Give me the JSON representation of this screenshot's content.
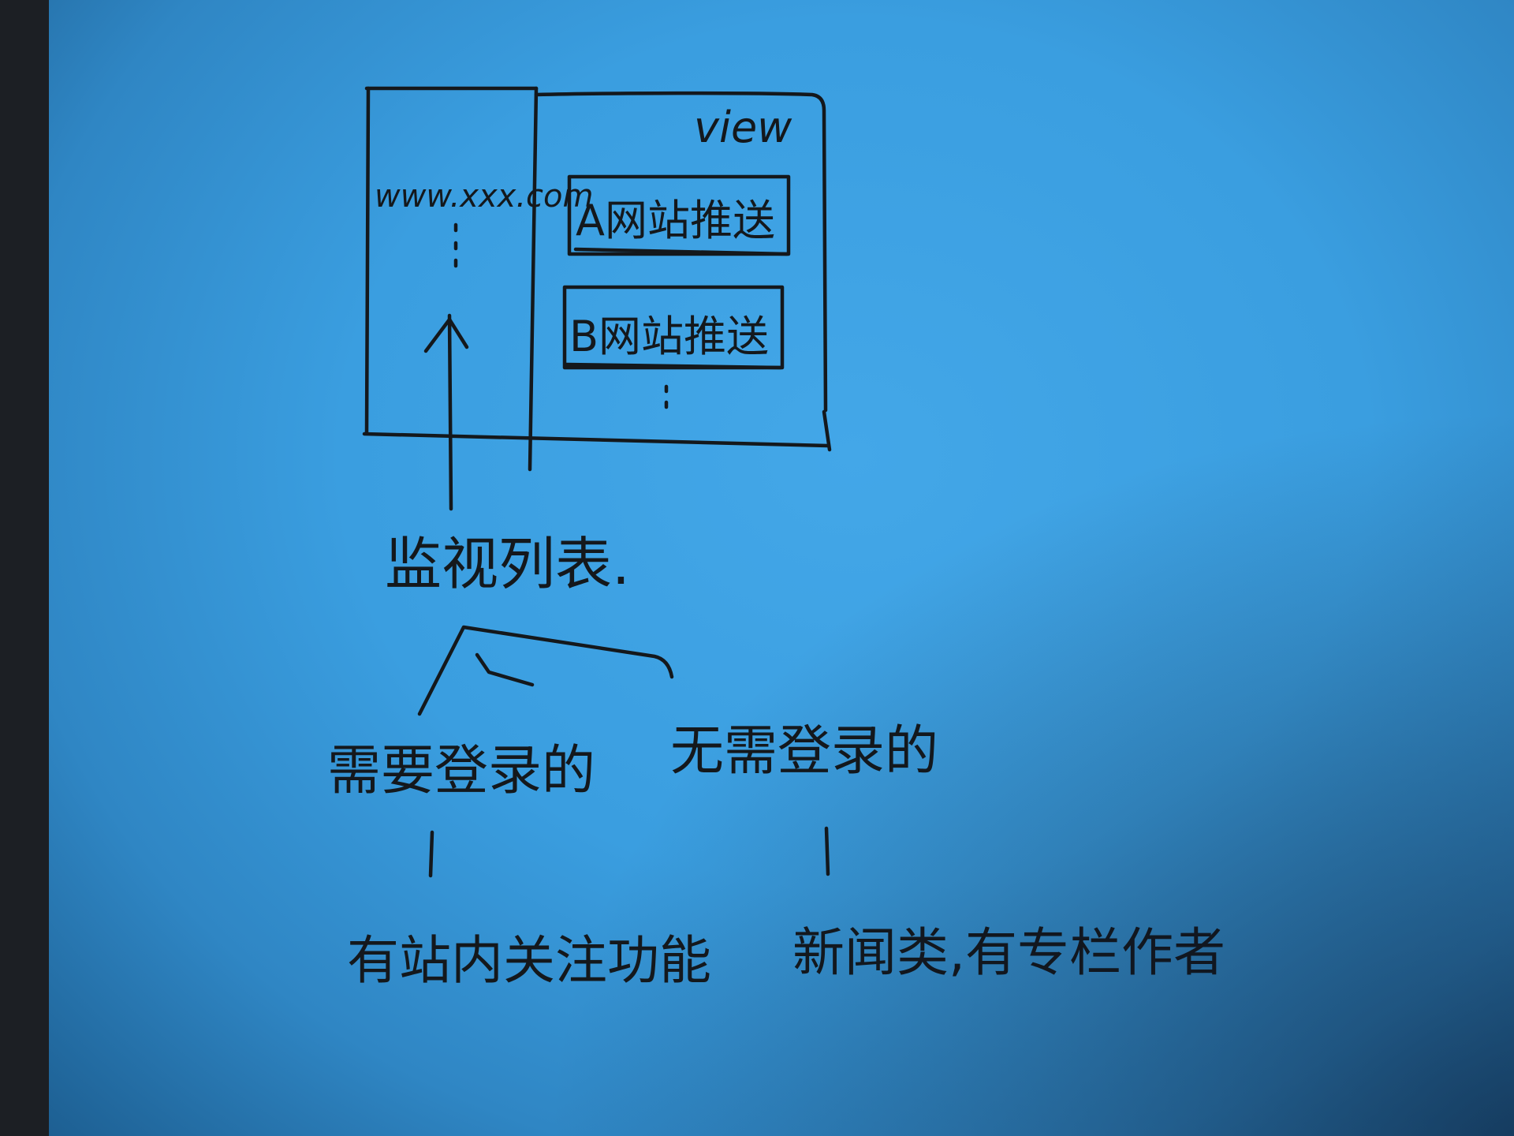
{
  "diagram": {
    "url_label": "www.xxx.com",
    "view_label": "view",
    "site_a_label": "A网站推送",
    "site_b_label": "B网站推送",
    "monitor_list": "监视列表.",
    "login_required": "需要登录的",
    "no_login": "无需登录的",
    "login_example": "有站内关注功能",
    "no_login_example": "新闻类,有专栏作者"
  },
  "colors": {
    "paper": "#3a9ee0",
    "ink": "#14181c"
  }
}
